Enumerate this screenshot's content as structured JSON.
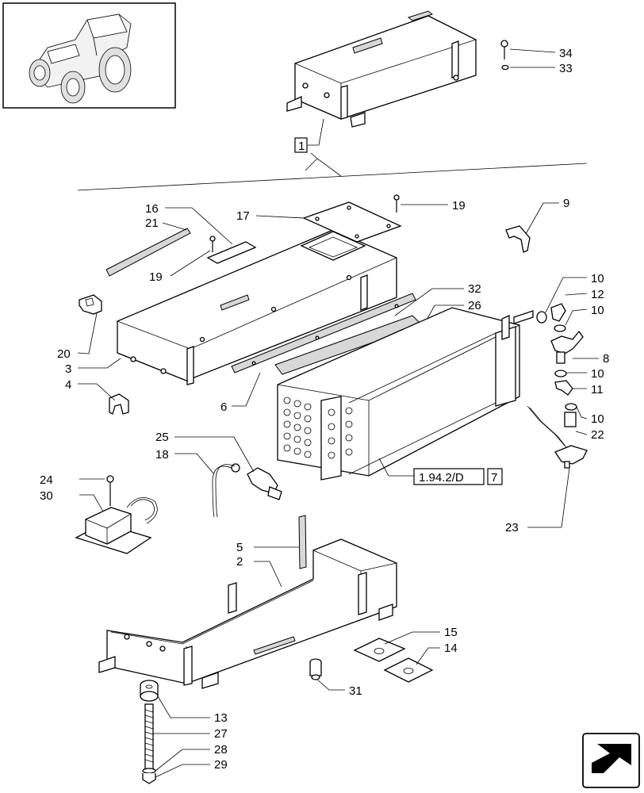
{
  "callouts": {
    "c34": "34",
    "c33": "33",
    "c1": "1",
    "c16": "16",
    "c21": "21",
    "c17": "17",
    "c19a": "19",
    "c19b": "19",
    "c9": "9",
    "c10a": "10",
    "c12": "12",
    "c10b": "10",
    "c32": "32",
    "c26": "26",
    "c8": "8",
    "c10c": "10",
    "c11": "11",
    "c10d": "10",
    "c22": "22",
    "c20": "20",
    "c3": "3",
    "c4": "4",
    "c6": "6",
    "c25": "25",
    "c18": "18",
    "c24": "24",
    "c30": "30",
    "c23": "23",
    "c5": "5",
    "c2": "2",
    "c15": "15",
    "c14": "14",
    "c31": "31",
    "c13": "13",
    "c27": "27",
    "c28": "28",
    "c29": "29"
  },
  "reference": {
    "sheet": "1.94.2/D",
    "page": "7"
  },
  "icons": {
    "thumbnail": "tractor-thumbnail-icon",
    "next": "next-page-arrow-icon"
  }
}
